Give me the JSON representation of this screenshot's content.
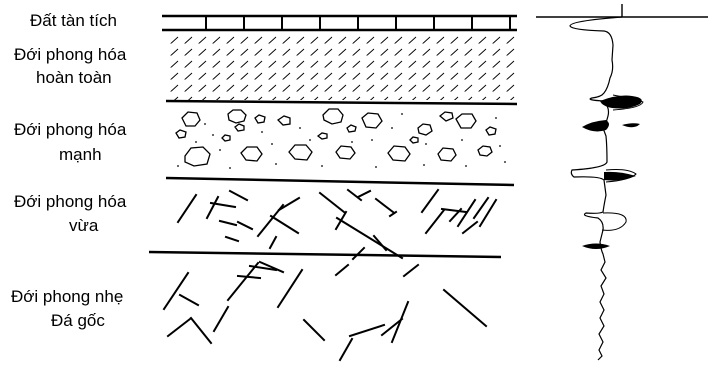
{
  "labels": {
    "residual_soil": "Đất tàn tích",
    "complete": [
      "Đới phong hóa",
      "hoàn toàn"
    ],
    "strong": [
      "Đới phong hóa",
      "mạnh"
    ],
    "moderate": [
      "Đới phong hóa",
      "vừa"
    ],
    "slight": [
      "Đới phong nhẹ",
      "Đá gốc"
    ]
  },
  "colors": {
    "ink": "#000000",
    "background": "#ffffff"
  }
}
